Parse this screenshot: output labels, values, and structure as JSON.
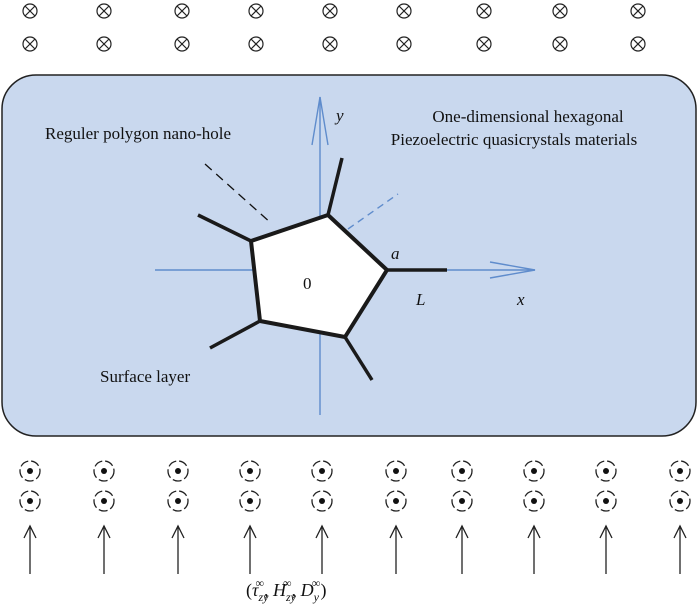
{
  "colors": {
    "plate_fill": "#c9d8ee",
    "plate_stroke": "#222222",
    "axis": "#5f8ccc",
    "hole_fill": "#ffffff",
    "edge": "#1a1a1a"
  },
  "labels": {
    "material_line1": "One-dimensional hexagonal",
    "material_line2": "Piezoelectric quasicrystals materials",
    "hole": "Reguler polygon nano-hole",
    "surface": "Surface layer",
    "origin": "0",
    "x_axis": "x",
    "y_axis": "y",
    "a": "a",
    "L": "L"
  },
  "load": {
    "open": "(",
    "tau": "τ",
    "tau_sub": "zy",
    "inf": "∞",
    "sep": ", ",
    "H": "H",
    "H_sub": "zy",
    "D": "D",
    "D_sub": "y",
    "close": ")"
  },
  "symbols": {
    "into_page": "into-page-field-icon",
    "out_of_page": "out-of-page-field-icon",
    "stress": "up-arrow-icon"
  }
}
